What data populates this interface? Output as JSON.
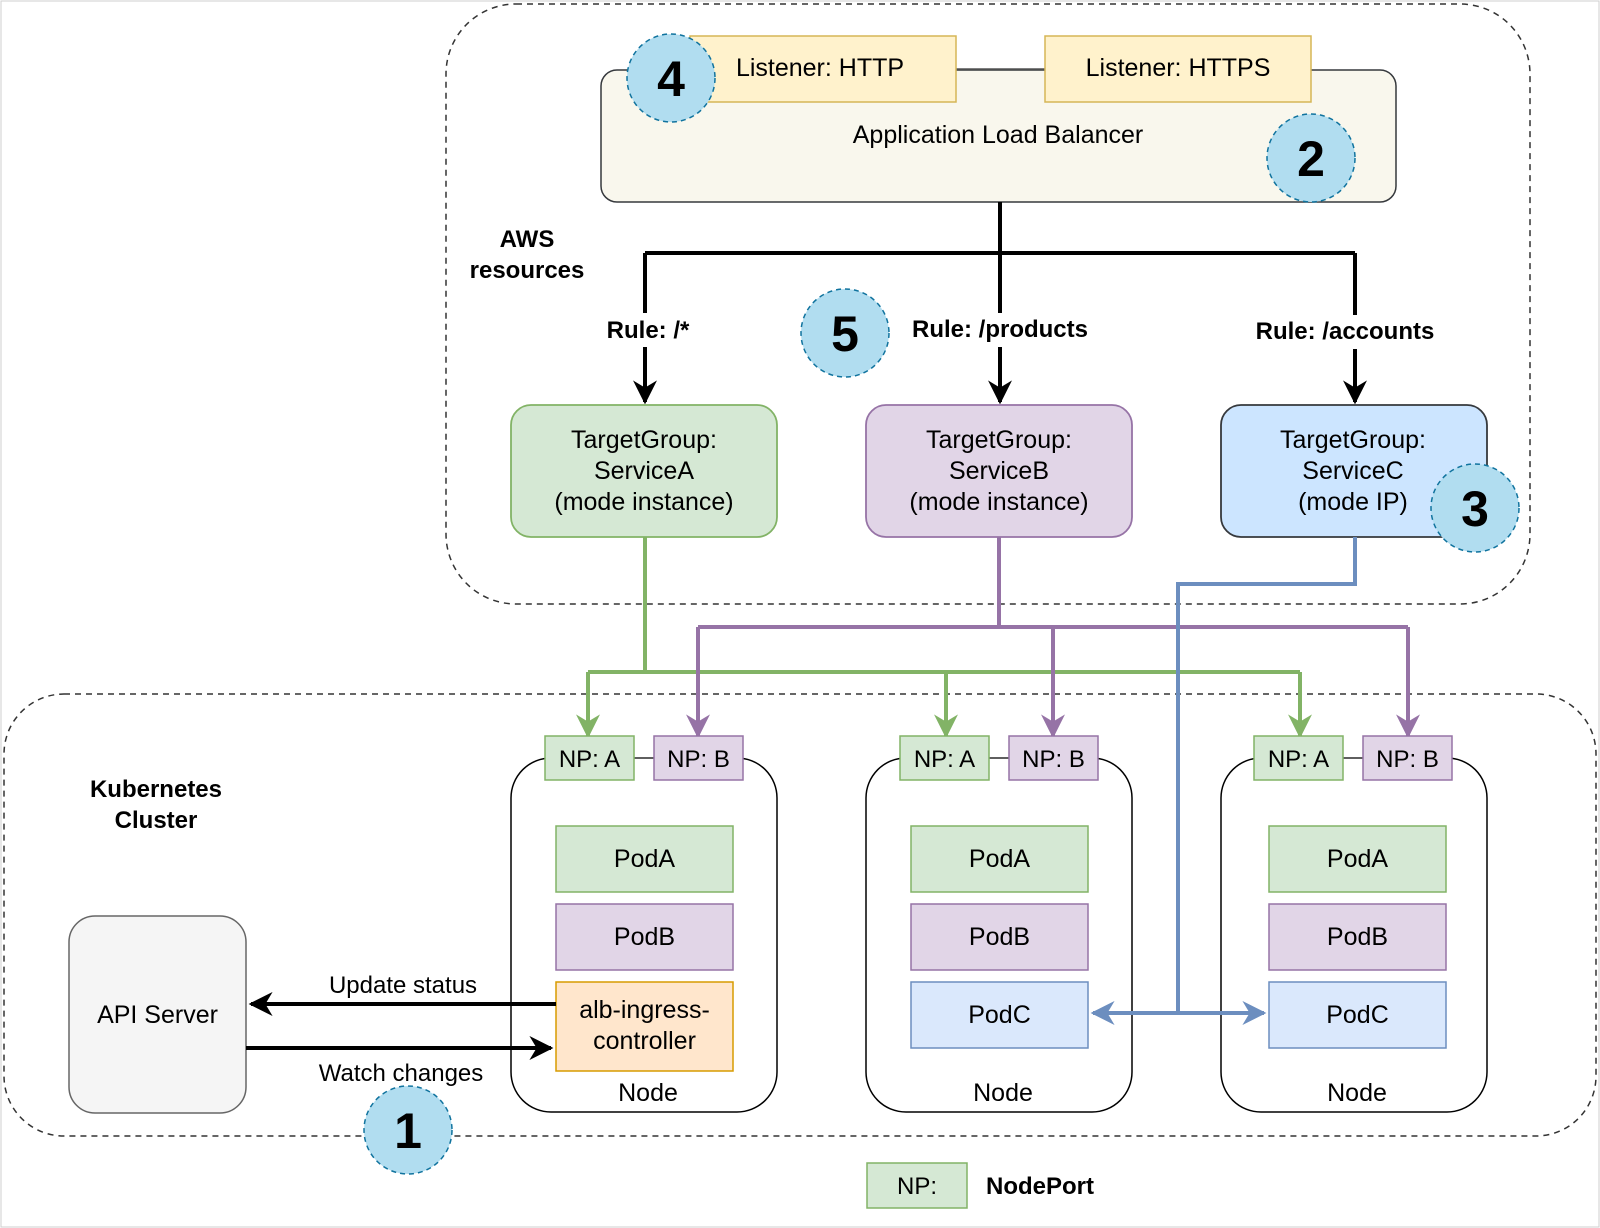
{
  "groups": {
    "aws": {
      "line1": "AWS",
      "line2": "resources"
    },
    "k8s": {
      "line1": "Kubernetes",
      "line2": "Cluster"
    }
  },
  "alb": {
    "label": "Application Load Balancer",
    "listener_http": "Listener: HTTP",
    "listener_https": "Listener: HTTPS"
  },
  "rules": {
    "a": "Rule: /*",
    "b": "Rule: /products",
    "c": "Rule: /accounts"
  },
  "target_groups": {
    "a": {
      "l1": "TargetGroup:",
      "l2": "ServiceA",
      "l3": "(mode instance)"
    },
    "b": {
      "l1": "TargetGroup:",
      "l2": "ServiceB",
      "l3": "(mode instance)"
    },
    "c": {
      "l1": "TargetGroup:",
      "l2": "ServiceC",
      "l3": "(mode IP)"
    }
  },
  "nodes": {
    "n1": {
      "np_a": "NP: A",
      "np_b": "NP: B",
      "pod_a": "PodA",
      "pod_b": "PodB",
      "ctrl_l1": "alb-ingress-",
      "ctrl_l2": "controller",
      "label": "Node"
    },
    "n2": {
      "np_a": "NP: A",
      "np_b": "NP: B",
      "pod_a": "PodA",
      "pod_b": "PodB",
      "pod_c": "PodC",
      "label": "Node"
    },
    "n3": {
      "np_a": "NP: A",
      "np_b": "NP: B",
      "pod_a": "PodA",
      "pod_b": "PodB",
      "pod_c": "PodC",
      "label": "Node"
    }
  },
  "api_server": "API Server",
  "edges": {
    "update_status": "Update status",
    "watch_changes": "Watch changes"
  },
  "steps": {
    "s1": "1",
    "s2": "2",
    "s3": "3",
    "s4": "4",
    "s5": "5"
  },
  "legend": {
    "swatch": "NP:",
    "text": "NodePort"
  },
  "colors": {
    "green_fill": "#d5e8d4",
    "green_stroke": "#82b366",
    "purple_fill": "#e1d5e7",
    "purple_stroke": "#9673a6",
    "blue_fill": "#cce5ff",
    "blue_stroke": "#6c8ebf",
    "yellow_fill": "#fff2cc",
    "yellow_stroke": "#d6b656",
    "orange_fill": "#ffe6cc",
    "orange_stroke": "#d79b00",
    "badge_fill": "#b1ddf0",
    "badge_stroke": "#10739e"
  }
}
